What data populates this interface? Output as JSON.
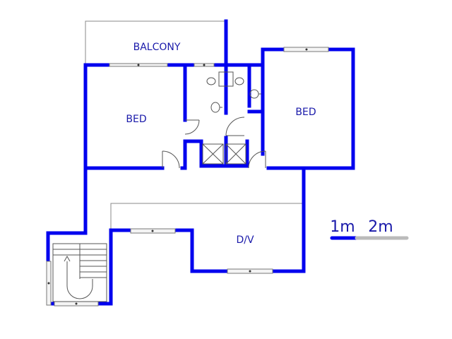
{
  "labels": {
    "balcony": "BALCONY",
    "bed_left": "BED",
    "bed_right": "BED",
    "dv": "D/V"
  },
  "scale": {
    "first": "1m",
    "second": "2m"
  },
  "colors": {
    "wall": "#0000ee",
    "thin_line": "#888888",
    "label": "#1a1aaa",
    "scale_gray": "#bbbbbb"
  }
}
